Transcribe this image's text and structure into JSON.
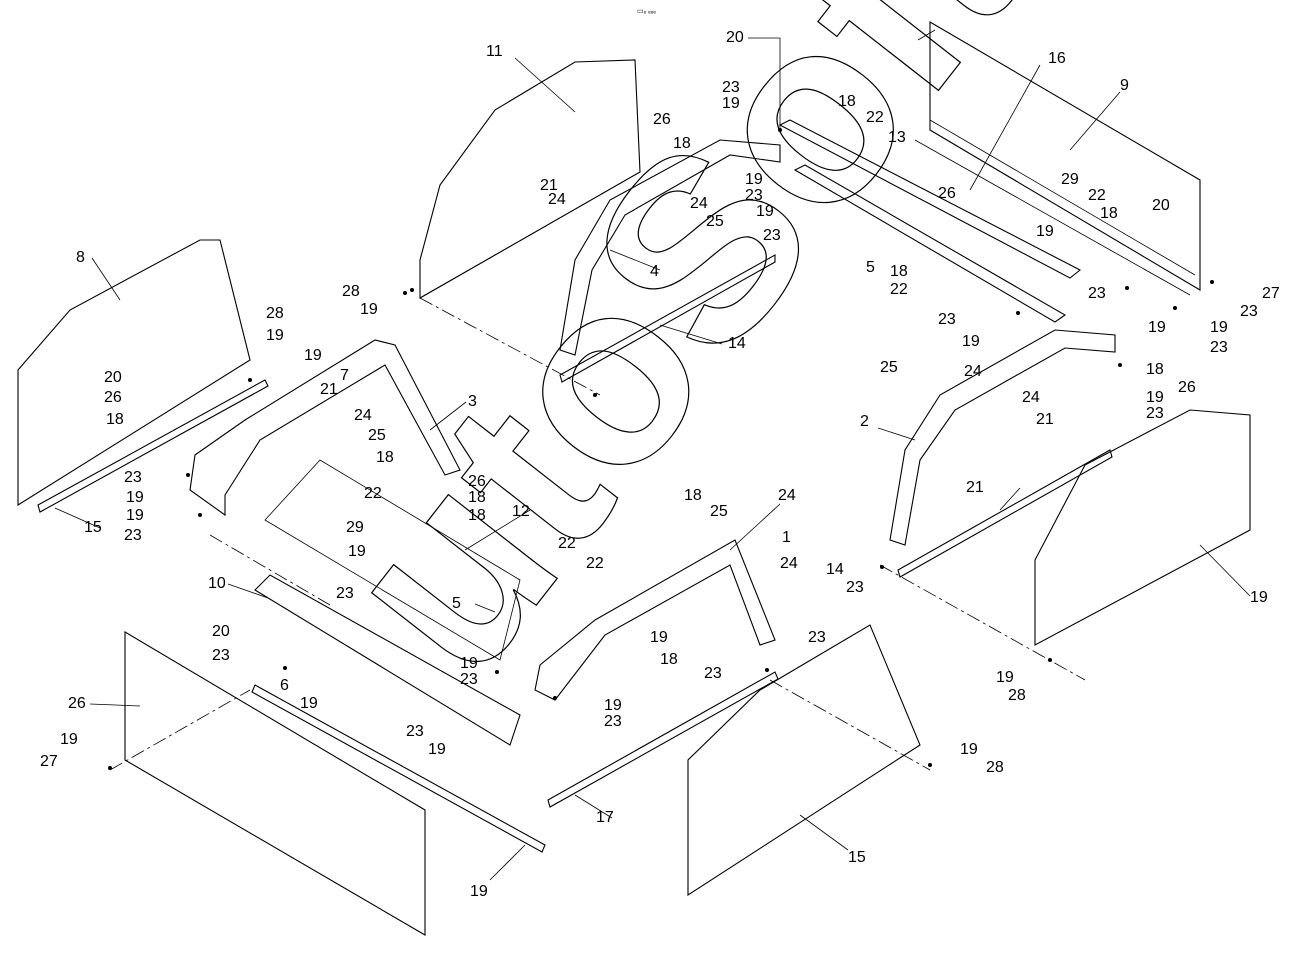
{
  "header": {
    "code": "▭ₑ ₑₑₑ"
  },
  "watermark": {
    "text": "utoSoft"
  },
  "labels": [
    {
      "id": "l1",
      "text": "20"
    },
    {
      "id": "l2",
      "text": "23"
    },
    {
      "id": "l3",
      "text": "19"
    },
    {
      "id": "l4",
      "text": "11"
    },
    {
      "id": "l5",
      "text": "18"
    },
    {
      "id": "l6",
      "text": "22"
    },
    {
      "id": "l7",
      "text": "26"
    },
    {
      "id": "l8",
      "text": "18"
    },
    {
      "id": "l9",
      "text": "13"
    },
    {
      "id": "l10",
      "text": "16"
    },
    {
      "id": "l11",
      "text": "9"
    },
    {
      "id": "l12",
      "text": "19"
    },
    {
      "id": "l13",
      "text": "23"
    },
    {
      "id": "l14",
      "text": "21"
    },
    {
      "id": "l15",
      "text": "24"
    },
    {
      "id": "l16",
      "text": "24"
    },
    {
      "id": "l17",
      "text": "25"
    },
    {
      "id": "l18",
      "text": "19"
    },
    {
      "id": "l19",
      "text": "23"
    },
    {
      "id": "l20",
      "text": "26"
    },
    {
      "id": "l21",
      "text": "29"
    },
    {
      "id": "l22",
      "text": "22"
    },
    {
      "id": "l23",
      "text": "18"
    },
    {
      "id": "l24",
      "text": "20"
    },
    {
      "id": "l25",
      "text": "19"
    },
    {
      "id": "l26",
      "text": "5"
    },
    {
      "id": "l27",
      "text": "18"
    },
    {
      "id": "l28",
      "text": "22"
    },
    {
      "id": "l29",
      "text": "4"
    },
    {
      "id": "l30",
      "text": "8"
    },
    {
      "id": "l31",
      "text": "28"
    },
    {
      "id": "l32",
      "text": "19"
    },
    {
      "id": "l33",
      "text": "28"
    },
    {
      "id": "l34",
      "text": "19"
    },
    {
      "id": "l35",
      "text": "23"
    },
    {
      "id": "l36",
      "text": "27"
    },
    {
      "id": "l37",
      "text": "23"
    },
    {
      "id": "l38",
      "text": "19"
    },
    {
      "id": "l39",
      "text": "19"
    },
    {
      "id": "l40",
      "text": "23"
    },
    {
      "id": "l41",
      "text": "14"
    },
    {
      "id": "l42",
      "text": "19"
    },
    {
      "id": "l43",
      "text": "23"
    },
    {
      "id": "l44",
      "text": "20"
    },
    {
      "id": "l45",
      "text": "26"
    },
    {
      "id": "l46",
      "text": "18"
    },
    {
      "id": "l47",
      "text": "19"
    },
    {
      "id": "l48",
      "text": "21"
    },
    {
      "id": "l49",
      "text": "24"
    },
    {
      "id": "l50",
      "text": "25"
    },
    {
      "id": "l51",
      "text": "3"
    },
    {
      "id": "l52",
      "text": "25"
    },
    {
      "id": "l53",
      "text": "24"
    },
    {
      "id": "l54",
      "text": "18"
    },
    {
      "id": "l55",
      "text": "26"
    },
    {
      "id": "l56",
      "text": "19"
    },
    {
      "id": "l57",
      "text": "23"
    },
    {
      "id": "l58",
      "text": "2"
    },
    {
      "id": "l59",
      "text": "24"
    },
    {
      "id": "l60",
      "text": "21"
    },
    {
      "id": "l61",
      "text": "23"
    },
    {
      "id": "l62",
      "text": "19"
    },
    {
      "id": "l63",
      "text": "19"
    },
    {
      "id": "l64",
      "text": "23"
    },
    {
      "id": "l65",
      "text": "18"
    },
    {
      "id": "l66",
      "text": "22"
    },
    {
      "id": "l67",
      "text": "26"
    },
    {
      "id": "l68",
      "text": "18"
    },
    {
      "id": "l69",
      "text": "18"
    },
    {
      "id": "l70",
      "text": "22"
    },
    {
      "id": "l71",
      "text": "15"
    },
    {
      "id": "l72",
      "text": "29"
    },
    {
      "id": "l73",
      "text": "19"
    },
    {
      "id": "l74",
      "text": "23"
    },
    {
      "id": "l75",
      "text": "12"
    },
    {
      "id": "l76",
      "text": "22"
    },
    {
      "id": "l77",
      "text": "18"
    },
    {
      "id": "l78",
      "text": "25"
    },
    {
      "id": "l79",
      "text": "24"
    },
    {
      "id": "l80",
      "text": "1"
    },
    {
      "id": "l81",
      "text": "24"
    },
    {
      "id": "l82",
      "text": "21"
    },
    {
      "id": "l83",
      "text": "14"
    },
    {
      "id": "l84",
      "text": "23"
    },
    {
      "id": "l85",
      "text": "19"
    },
    {
      "id": "l86",
      "text": "10"
    },
    {
      "id": "l87",
      "text": "5"
    },
    {
      "id": "l88",
      "text": "20"
    },
    {
      "id": "l89",
      "text": "23"
    },
    {
      "id": "l90",
      "text": "19"
    },
    {
      "id": "l91",
      "text": "23"
    },
    {
      "id": "l92",
      "text": "19"
    },
    {
      "id": "l93",
      "text": "18"
    },
    {
      "id": "l94",
      "text": "26"
    },
    {
      "id": "l95",
      "text": "6"
    },
    {
      "id": "l96",
      "text": "19"
    },
    {
      "id": "l97",
      "text": "23"
    },
    {
      "id": "l98",
      "text": "19"
    },
    {
      "id": "l99",
      "text": "27"
    },
    {
      "id": "l100",
      "text": "23"
    },
    {
      "id": "l101",
      "text": "23"
    },
    {
      "id": "l102",
      "text": "19"
    },
    {
      "id": "l103",
      "text": "19"
    },
    {
      "id": "l104",
      "text": "23"
    },
    {
      "id": "l105",
      "text": "19"
    },
    {
      "id": "l106",
      "text": "28"
    },
    {
      "id": "l107",
      "text": "19"
    },
    {
      "id": "l108",
      "text": "28"
    },
    {
      "id": "l109",
      "text": "19"
    },
    {
      "id": "l110",
      "text": "17"
    },
    {
      "id": "l111",
      "text": "15"
    },
    {
      "id": "l112",
      "text": "7"
    }
  ]
}
